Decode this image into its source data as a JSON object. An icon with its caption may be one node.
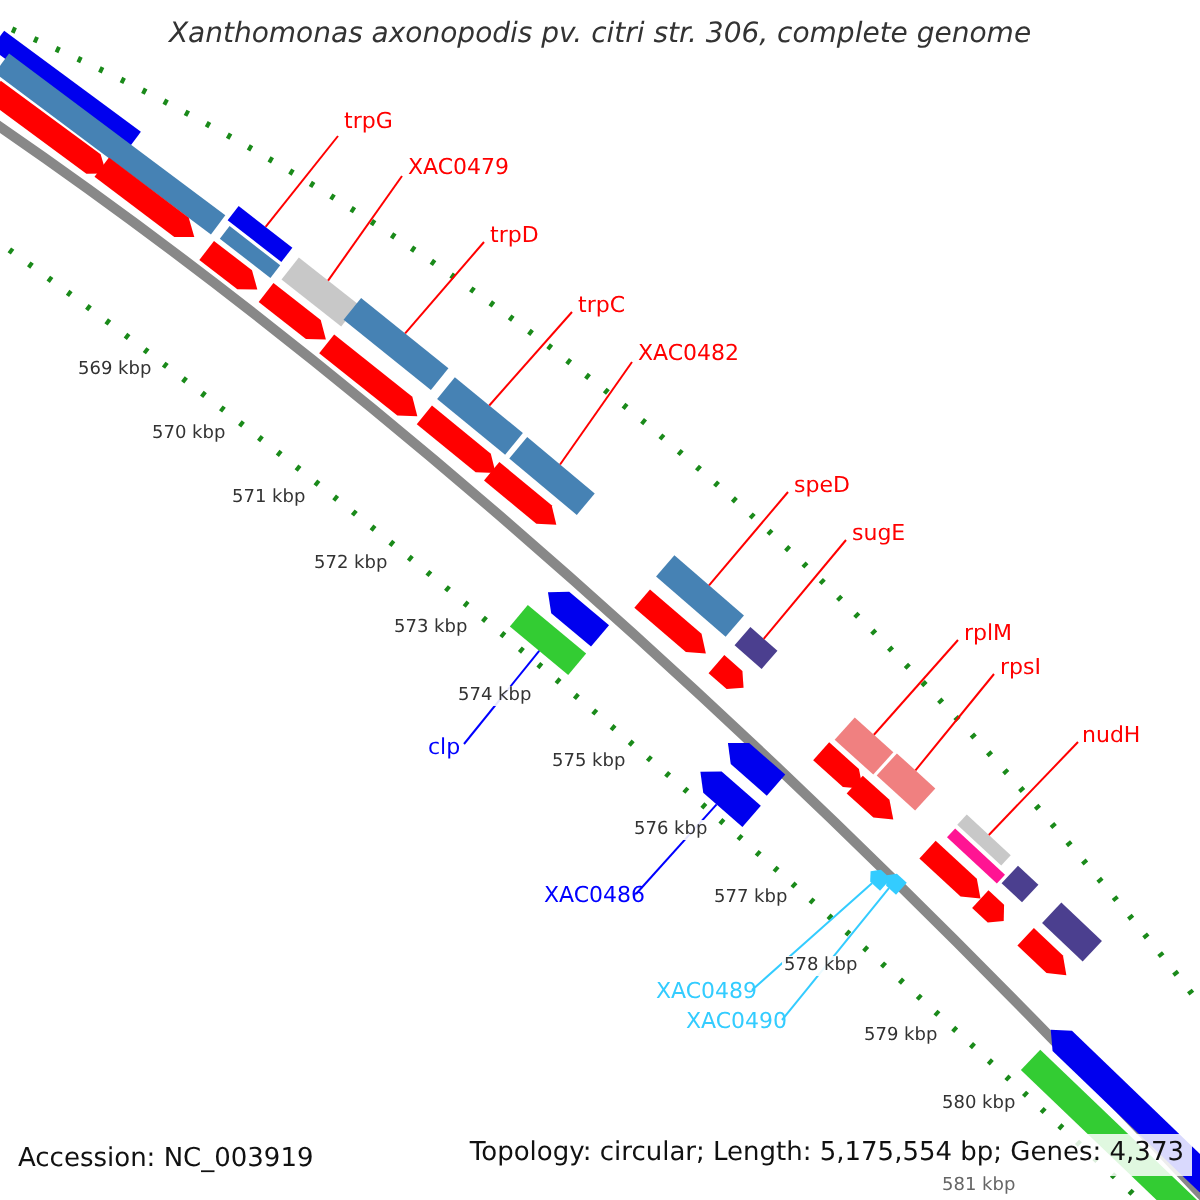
{
  "diagram": {
    "title": "Xanthomonas axonopodis pv. citri str. 306, complete genome",
    "nodes": [
      {
        "text": [
          "trpG"
        ]
      },
      {
        "text": [
          "XAC0479"
        ]
      },
      {
        "text": [
          "trpD"
        ]
      },
      {
        "text": [
          "trpC"
        ]
      },
      {
        "text": [
          "XAC0482"
        ]
      },
      {
        "text": [
          "speD"
        ]
      },
      {
        "text": [
          "sugE"
        ]
      },
      {
        "text": [
          "rplM"
        ]
      },
      {
        "text": [
          "rpsI"
        ]
      },
      {
        "text": [
          "nudH"
        ]
      },
      {
        "text": [
          "clp"
        ]
      },
      {
        "text": [
          "XAC0486"
        ]
      },
      {
        "text": [
          "XAC0489"
        ]
      },
      {
        "text": [
          "XAC0490"
        ]
      },
      {
        "text": [],
        "shape": "bar"
      },
      {
        "text": [],
        "shape": "bar"
      },
      {
        "text": [],
        "shape": "bar"
      },
      {
        "text": [],
        "shape": "bar"
      },
      {
        "text": [],
        "shape": "bar"
      },
      {
        "text": [],
        "shape": "bar"
      },
      {
        "text": [],
        "shape": "bar"
      },
      {
        "text": [],
        "shape": "bar"
      },
      {
        "text": [],
        "shape": "bar"
      },
      {
        "text": [],
        "shape": "bar"
      },
      {
        "text": [],
        "shape": "bar"
      },
      {
        "text": [],
        "shape": "bar"
      },
      {
        "text": [],
        "shape": "chevron"
      },
      {
        "text": [],
        "shape": "chevron"
      },
      {
        "text": [],
        "shape": "bar"
      },
      {
        "text": [],
        "shape": "bar"
      },
      {
        "text": [],
        "shape": "bar"
      },
      {
        "text": [],
        "shape": "bar"
      },
      {
        "text": [],
        "shape": "bar"
      },
      {
        "text": [],
        "shape": "bar"
      },
      {
        "text": [],
        "shape": "bar"
      },
      {
        "text": [],
        "shape": "bar"
      },
      {
        "text": [],
        "shape": "bar"
      },
      {
        "text": [],
        "shape": "bar"
      },
      {
        "text": [],
        "shape": "bar"
      },
      {
        "text": [],
        "shape": "bar"
      },
      {
        "text": [],
        "shape": "bar"
      },
      {
        "text": [],
        "shape": "bar"
      },
      {
        "text": [],
        "shape": "bar"
      },
      {
        "text": [],
        "shape": "bar"
      },
      {
        "text": [],
        "shape": "bar"
      },
      {
        "text": [],
        "shape": "bar"
      },
      {
        "text": [],
        "shape": "bar"
      },
      {
        "text": [],
        "shape": "bar"
      },
      {
        "text": [],
        "shape": "bar"
      },
      {
        "text": [],
        "shape": "bar"
      },
      {
        "text": [],
        "shape": "bar"
      },
      {
        "text": [],
        "shape": "bar"
      }
    ],
    "edges": [
      {
        "from": 0,
        "to": 14,
        "arrow": "none"
      },
      {
        "from": 1,
        "to": 15,
        "arrow": "none"
      },
      {
        "from": 2,
        "to": 16,
        "arrow": "none"
      },
      {
        "from": 3,
        "to": 17,
        "arrow": "none"
      },
      {
        "from": 4,
        "to": 18,
        "arrow": "none"
      },
      {
        "from": 5,
        "to": 19,
        "arrow": "none"
      },
      {
        "from": 6,
        "to": 20,
        "arrow": "none"
      },
      {
        "from": 7,
        "to": 21,
        "arrow": "none"
      },
      {
        "from": 8,
        "to": 22,
        "arrow": "none"
      },
      {
        "from": 9,
        "to": 23,
        "arrow": "none"
      },
      {
        "from": 10,
        "to": 24,
        "arrow": "none",
        "color": "#0000ff"
      },
      {
        "from": 11,
        "to": 25,
        "arrow": "none",
        "color": "#0000ff"
      },
      {
        "from": 12,
        "to": 26,
        "arrow": "none",
        "color": "#33ccff"
      },
      {
        "from": 13,
        "to": 27,
        "arrow": "none",
        "color": "#33ccff"
      }
    ],
    "labels": [
      "569 kbp",
      "570 kbp",
      "571 kbp",
      "572 kbp",
      "573 kbp",
      "574 kbp",
      "575 kbp",
      "576 kbp",
      "577 kbp",
      "578 kbp",
      "579 kbp",
      "580 kbp",
      "581 kbp",
      "Accession: NC_003919",
      "Topology: circular; Length: 5,175,554 bp; Genes: 4,373"
    ]
  }
}
